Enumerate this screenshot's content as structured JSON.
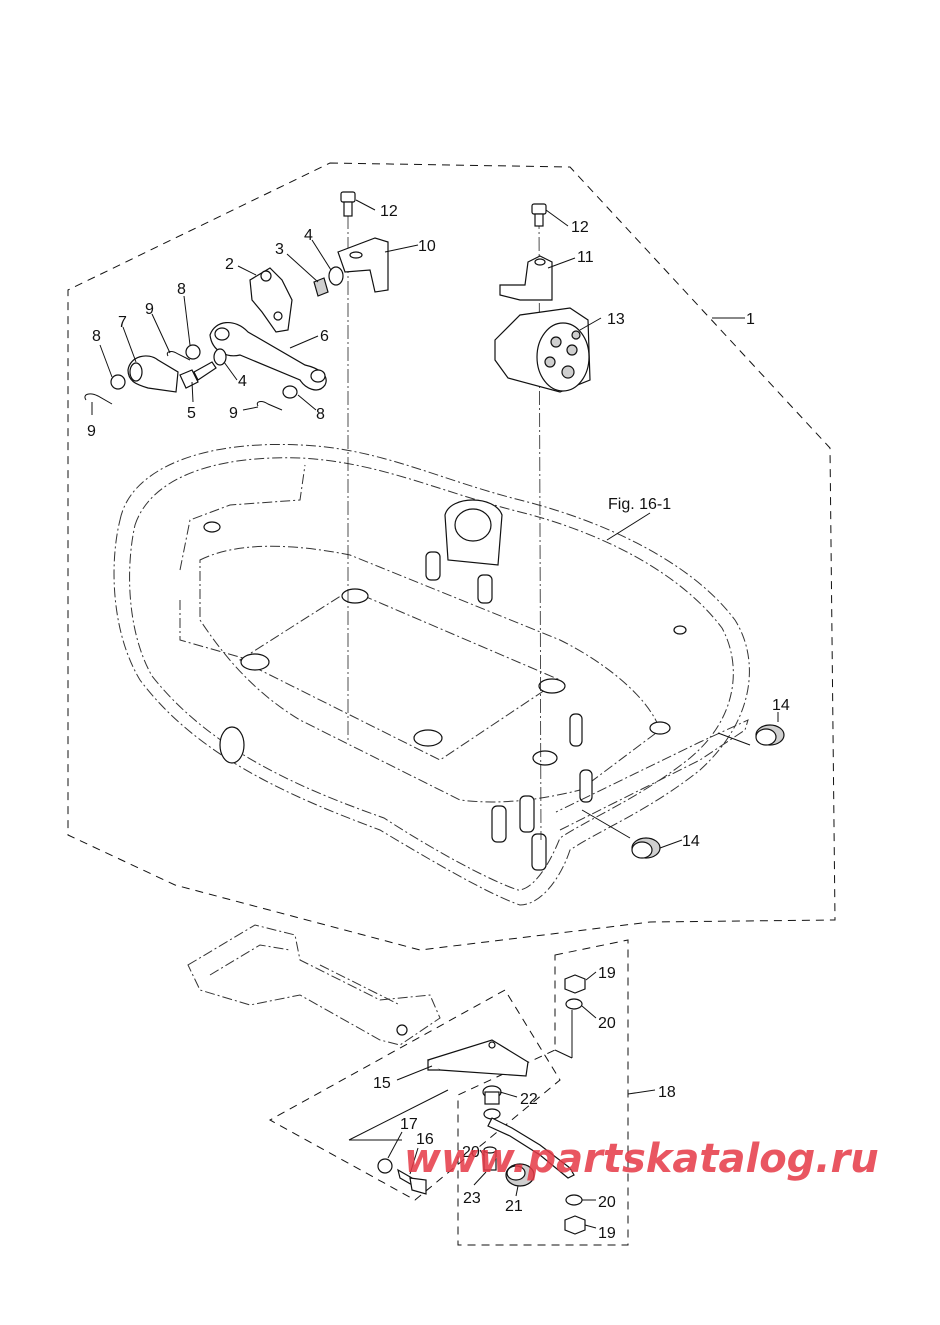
{
  "figure_ref": "Fig. 16-1",
  "callouts": [
    {
      "id": "1",
      "label": "1"
    },
    {
      "id": "2",
      "label": "2"
    },
    {
      "id": "3",
      "label": "3"
    },
    {
      "id": "4a",
      "label": "4"
    },
    {
      "id": "4b",
      "label": "4"
    },
    {
      "id": "5",
      "label": "5"
    },
    {
      "id": "6",
      "label": "6"
    },
    {
      "id": "7",
      "label": "7"
    },
    {
      "id": "8a",
      "label": "8"
    },
    {
      "id": "8b",
      "label": "8"
    },
    {
      "id": "8c",
      "label": "8"
    },
    {
      "id": "9a",
      "label": "9"
    },
    {
      "id": "9b",
      "label": "9"
    },
    {
      "id": "9c",
      "label": "9"
    },
    {
      "id": "10",
      "label": "10"
    },
    {
      "id": "11",
      "label": "11"
    },
    {
      "id": "12a",
      "label": "12"
    },
    {
      "id": "12b",
      "label": "12"
    },
    {
      "id": "13",
      "label": "13"
    },
    {
      "id": "14a",
      "label": "14"
    },
    {
      "id": "14b",
      "label": "14"
    },
    {
      "id": "15",
      "label": "15"
    },
    {
      "id": "16",
      "label": "16"
    },
    {
      "id": "17",
      "label": "17"
    },
    {
      "id": "18",
      "label": "18"
    },
    {
      "id": "19a",
      "label": "19"
    },
    {
      "id": "19b",
      "label": "19"
    },
    {
      "id": "20a",
      "label": "20"
    },
    {
      "id": "20b",
      "label": "20"
    },
    {
      "id": "20c",
      "label": "20"
    },
    {
      "id": "21",
      "label": "21"
    },
    {
      "id": "22",
      "label": "22"
    },
    {
      "id": "23",
      "label": "23"
    }
  ],
  "watermark": "www.partskatalog.ru",
  "colors": {
    "line": "#111111",
    "watermark": "#e63946",
    "background": "#ffffff"
  }
}
